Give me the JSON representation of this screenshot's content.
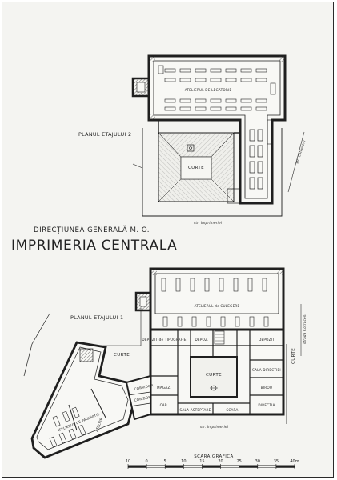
{
  "header": {
    "line1": "DIRECȚIUNEA GENERALĂ M. O.",
    "line2": "IMPRIMERIA CENTRALA"
  },
  "plan_upper": {
    "title": "PLANUL ETAJULUI 2",
    "rooms": {
      "atelier": "ATELIERUL DE LEGATORIE",
      "courtyard": "CURTE"
    },
    "streets": {
      "bottom": "str. Imprimeriei",
      "right": "str. Cotroceni"
    }
  },
  "plan_lower": {
    "title": "PLANUL ETAJULUI 1",
    "rooms": {
      "atelier": "ATELIERUL de CULEGERE",
      "courtyard_center": "CURTE",
      "courtyard_left": "CURTE",
      "courtyard_right": "CURTE",
      "dep_left": "DEPOZIT de TIPOGRAFIE",
      "dep_mid": "DEPOZ.",
      "dep_right": "DEPOZIT",
      "office_right": "SALA DIRECTIEI",
      "direction": "DIRECTIA",
      "wing_atelier": "ATELIERUL DE PAGINATIE",
      "wing_hall": "ATELIER",
      "corridor_a": "CORRIDOR",
      "corridor_b": "CORIDOR",
      "small_room": "MAGAZ.",
      "cab": "CAB.",
      "sala_ast": "SALA ASTEPTARE",
      "birou": "BIROU",
      "scara": "SCARA"
    },
    "streets": {
      "bottom": "str. Imprimeriei",
      "right": "strada Cotroceni"
    }
  },
  "scale": {
    "title": "SCARA GRAFICĂ",
    "ticks": [
      "10",
      "0",
      "5",
      "10",
      "15",
      "20",
      "25",
      "30",
      "35",
      "40m"
    ]
  }
}
